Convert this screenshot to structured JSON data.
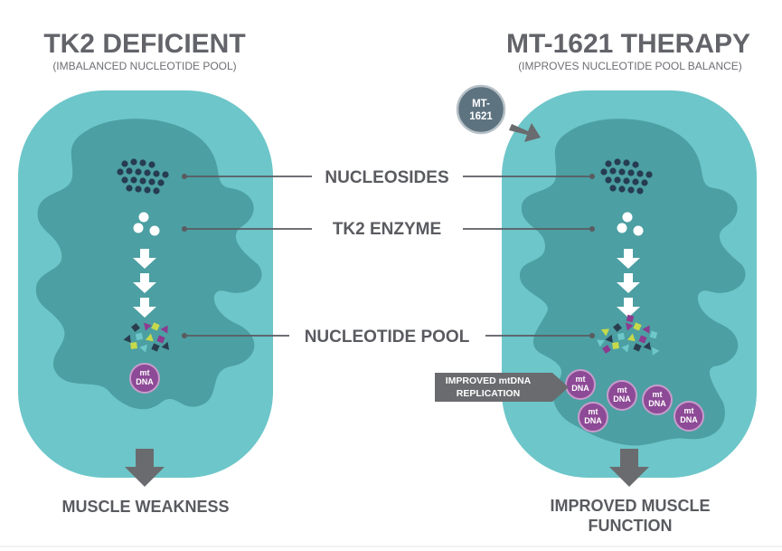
{
  "left": {
    "title": "TK2 DEFICIENT",
    "subtitle": "(IMBALANCED NUCLEOTIDE POOL)",
    "outcome": "MUSCLE WEAKNESS"
  },
  "right": {
    "title": "MT-1621 THERAPY",
    "subtitle": "(IMPROVES NUCLEOTIDE POOL BALANCE)",
    "drug_line1": "MT-",
    "drug_line2": "1621",
    "banner_line1": "IMPROVED mtDNA",
    "banner_line2": "REPLICATION",
    "outcome_line1": "IMPROVED MUSCLE",
    "outcome_line2": "FUNCTION"
  },
  "labels": {
    "nucleosides": "NUCLEOSIDES",
    "tk2_enzyme": "TK2 ENZYME",
    "nucleotide_pool": "NUCLEOTIDE POOL"
  },
  "mtdna": {
    "line1": "mt",
    "line2": "DNA"
  },
  "colors": {
    "cell": "#6dc6c9",
    "cell_interior": "#4c9fa2",
    "dots": "#263c50",
    "label": "#5a5b60",
    "mtdna": "#8d4a96",
    "arrow": "#6a6b6e",
    "drug_circle": "#5e7380",
    "nucleotide_colors": [
      "#2a3d4f",
      "#8c3b8f",
      "#c6d94a",
      "#6ec8ca"
    ]
  }
}
